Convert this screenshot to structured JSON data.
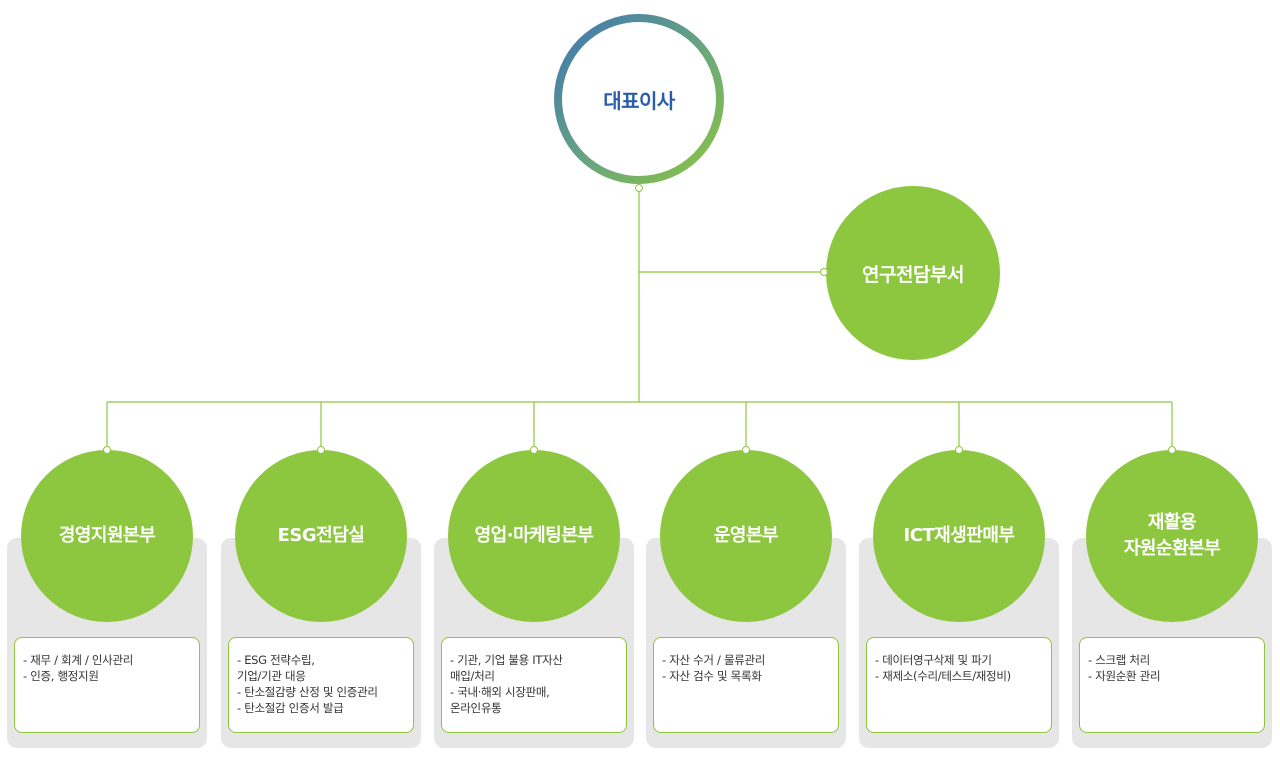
{
  "ceo": {
    "label": "대표이사"
  },
  "rnd": {
    "label": "연구전담부서"
  },
  "colors": {
    "green": "#8dc63f",
    "blue": "#2a5ea8",
    "panel": "#e6e6e6"
  },
  "departments": [
    {
      "title": "경영지원본부",
      "duties": [
        "- 재무 / 회계 / 인사관리",
        "- 인증, 행정지원"
      ]
    },
    {
      "title": "ESG전담실",
      "duties": [
        "- ESG 전략수립,",
        "  기업/기관 대응",
        "- 탄소절감량 산정 및 인증관리",
        "- 탄소절감 인증서 발급"
      ]
    },
    {
      "title": "영업·마케팅본부",
      "duties": [
        "- 기관, 기업 불용 IT자산",
        "  매입/처리",
        "- 국내·해외 시장판매,",
        "  온라인유통"
      ]
    },
    {
      "title": "운영본부",
      "duties": [
        "- 자산 수거 / 물류관리",
        "- 자산 검수 및 목록화"
      ]
    },
    {
      "title": "ICT재생판매부",
      "duties": [
        "- 데이터영구삭제 및 파기",
        "- 재제소(수리/테스트/재정비)"
      ]
    },
    {
      "title": "재활용\n자원순환본부",
      "duties": [
        "- 스크랩 처리",
        "- 자원순환 관리"
      ]
    }
  ]
}
